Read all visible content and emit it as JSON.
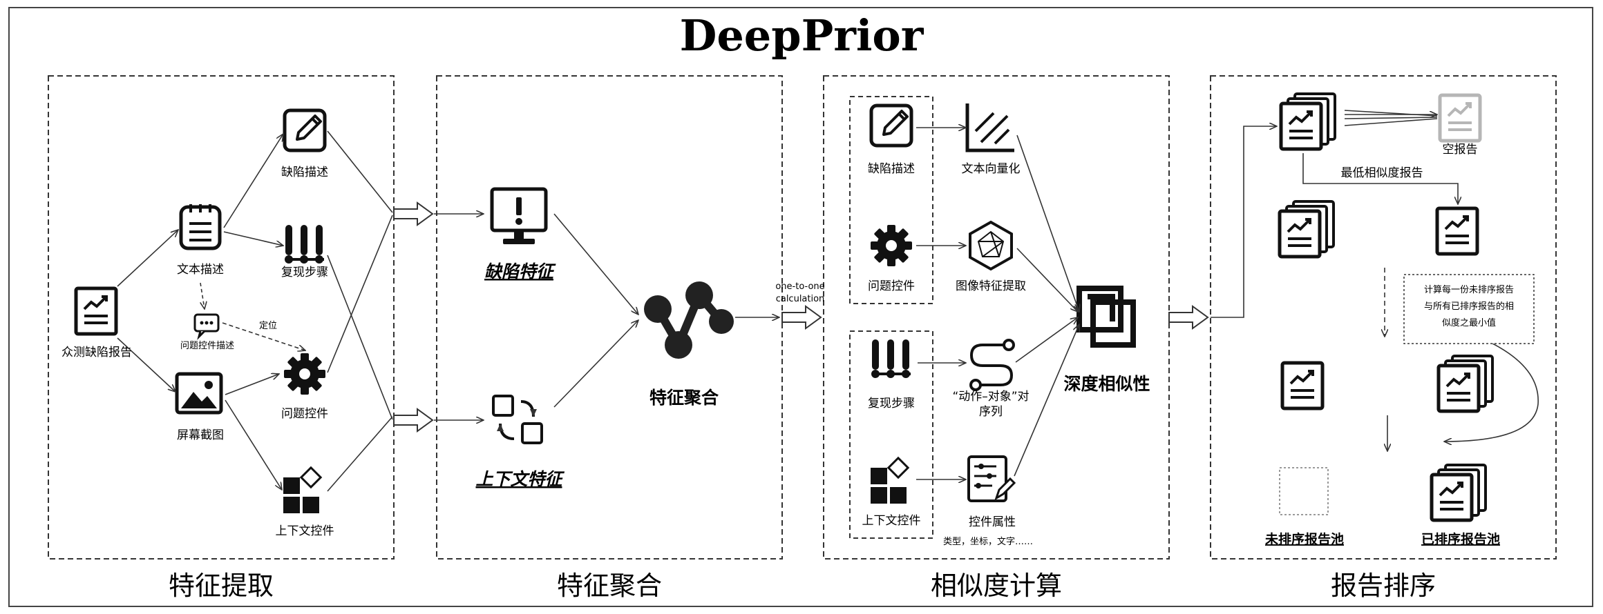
{
  "title": "DeepPrior",
  "panels": {
    "p1": "特征提取",
    "p2": "特征聚合",
    "p3": "相似度计算",
    "p4": "报告排序"
  },
  "extract": {
    "crowd_report": "众测缺陷报告",
    "text_desc": "文本描述",
    "screenshot": "屏幕截图",
    "defect_desc": "缺陷描述",
    "repro_steps": "复现步骤",
    "problem_widget": "问题控件",
    "context_widget": "上下文控件",
    "widget_desc": "问题控件描述",
    "locate": "定位"
  },
  "aggregate": {
    "defect_feature": "缺陷特征",
    "context_feature": "上下文特征",
    "feature_agg": "特征聚合",
    "calc_line1": "one-to-one",
    "calc_line2": "calculation"
  },
  "similarity": {
    "defect_desc": "缺陷描述",
    "problem_widget": "问题控件",
    "repro_steps": "复现步骤",
    "context_widget": "上下文控件",
    "text_vec": "文本向量化",
    "img_feat": "图像特征提取",
    "seq_line1": "“动作–对象”对",
    "seq_line2": "序列",
    "widget_attr": "控件属性",
    "attr_note": "类型，坐标，文字……",
    "deep_sim": "深度相似性"
  },
  "ranking": {
    "empty_report": "空报告",
    "lowest_sim": "最低相似度报告",
    "note_line1": "计算每一份未排序报告",
    "note_line2": "与所有已排序报告的相",
    "note_line3": "似度之最小值",
    "unsorted_pool": "未排序报告池",
    "sorted_pool": "已排序报告池"
  }
}
